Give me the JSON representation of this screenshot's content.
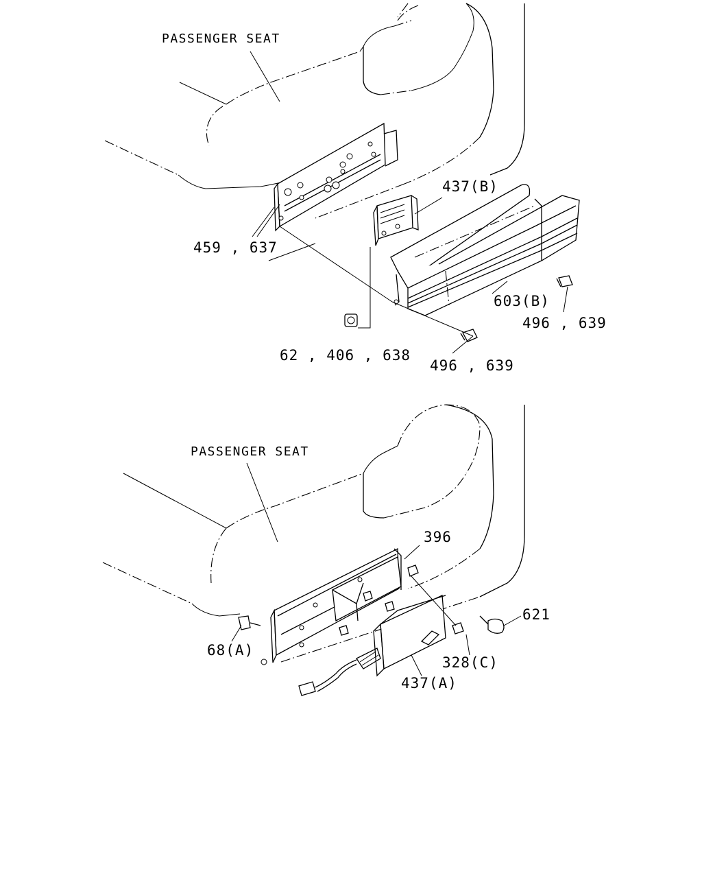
{
  "diagrams": [
    {
      "seat_label": "PASSENGER SEAT",
      "callouts": [
        "459 , 637",
        "437(B)",
        "603(B)",
        "496 , 639",
        "62 , 406 , 638",
        "496 , 639"
      ]
    },
    {
      "seat_label": "PASSENGER SEAT",
      "callouts": [
        "396",
        "621",
        "68(A)",
        "328(C)",
        "437(A)"
      ]
    }
  ]
}
